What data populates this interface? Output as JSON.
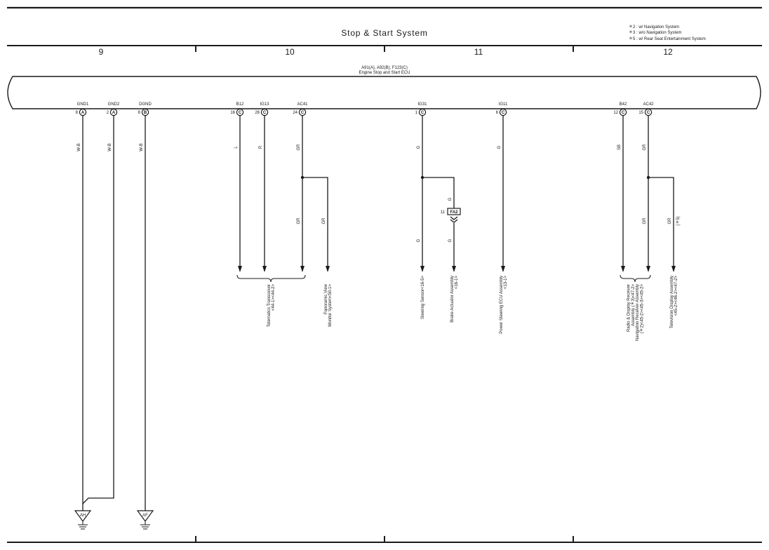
{
  "header": {
    "title": "Stop & Start System",
    "notes": [
      "＊2 : w/ Navigation System",
      "＊3 : w/o Navigation System",
      "＊5 : w/ Rear Seat Entertainment System"
    ],
    "columns": [
      "9",
      "10",
      "11",
      "12"
    ]
  },
  "ecu": {
    "connectors_label": "A91(A), A92(B), F123(C)",
    "name": "Engine Stop and Start ECU"
  },
  "pins": [
    {
      "name": "GND1",
      "num": "8",
      "conn": "A",
      "wire": "W-B"
    },
    {
      "name": "GND2",
      "num": "2",
      "conn": "A",
      "wire": "W-B"
    },
    {
      "name": "DGND",
      "num": "8",
      "conn": "B",
      "wire": "W-B"
    },
    {
      "name": "B12",
      "num": "16",
      "conn": "C",
      "wire": "L"
    },
    {
      "name": "IG13",
      "num": "26",
      "conn": "C",
      "wire": "R"
    },
    {
      "name": "AC41",
      "num": "24",
      "conn": "C",
      "wire": "GR"
    },
    {
      "name": "IG31",
      "num": "1",
      "conn": "C",
      "wire": "G"
    },
    {
      "name": "IG11",
      "num": "6",
      "conn": "C",
      "wire": "G"
    },
    {
      "name": "B42",
      "num": "12",
      "conn": "C",
      "wire": "SB"
    },
    {
      "name": "AC42",
      "num": "15",
      "conn": "C",
      "wire": "GR"
    }
  ],
  "wire_labels": {
    "ac41_lower": "GR",
    "ac41_branch": "GR",
    "ig31_lower": "G",
    "ig31_branch_upper": "G",
    "ig31_branch_lower": "G",
    "ac42_lower": "GR",
    "ac42_branch": "GR",
    "ac42_branch_note": "(＊5)"
  },
  "inline_connector": {
    "num": "11",
    "name": "FA2"
  },
  "destinations": {
    "telematics": [
      "Telematics Transceiver",
      "<44-1><44-2>"
    ],
    "panoramic": [
      "Panoramic View",
      "Monitor System<50-1>"
    ],
    "steering": [
      "Steering Sensor<16-5>"
    ],
    "brake": [
      "Brake Actuator Assembly",
      "<16-1>"
    ],
    "power_steering": [
      "Power Steering ECU Assembly",
      "<13-1>"
    ],
    "radio": [
      "Radio & Display Receiver",
      "Assembly (＊3)<47-2>",
      "Navigation Receiver Assembly",
      "(＊2)<45-2><45-3><45-2>"
    ],
    "television": [
      "Television Display Assembly",
      "<45-2><46-2><47-2>"
    ]
  },
  "grounds": [
    "AH",
    "AF"
  ]
}
